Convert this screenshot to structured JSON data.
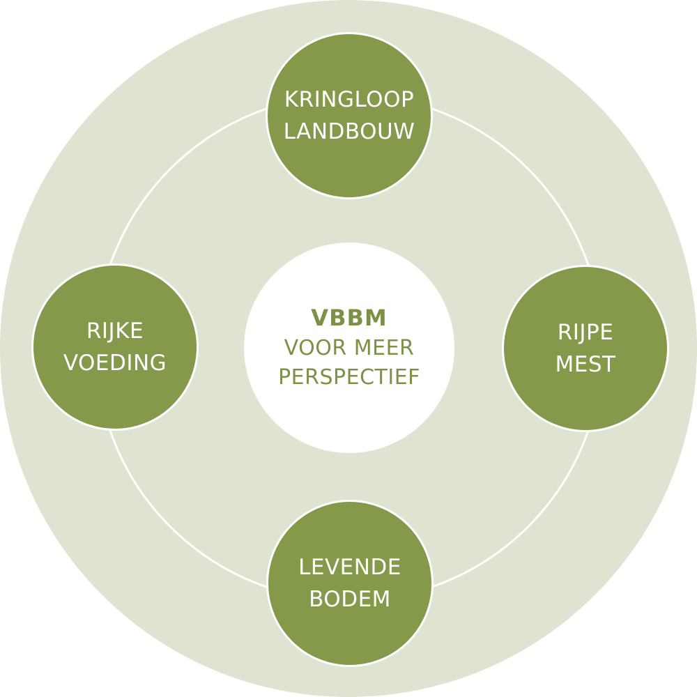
{
  "colors": {
    "outer_disc": "#dfe4d2",
    "node_fill": "#85994b",
    "ring_stroke": "#ffffff",
    "center_text": "#7d9145"
  },
  "center": {
    "title": "VBBM",
    "line1": "VOOR MEER",
    "line2": "PERSPECTIEF"
  },
  "nodes": {
    "top": {
      "line1": "KRINGLOOP",
      "line2": "LANDBOUW"
    },
    "right": {
      "line1": "RIJPE",
      "line2": "MEST"
    },
    "bottom": {
      "line1": "LEVENDE",
      "line2": "BODEM"
    },
    "left": {
      "line1": "RIJKE",
      "line2": "VOEDING"
    }
  }
}
